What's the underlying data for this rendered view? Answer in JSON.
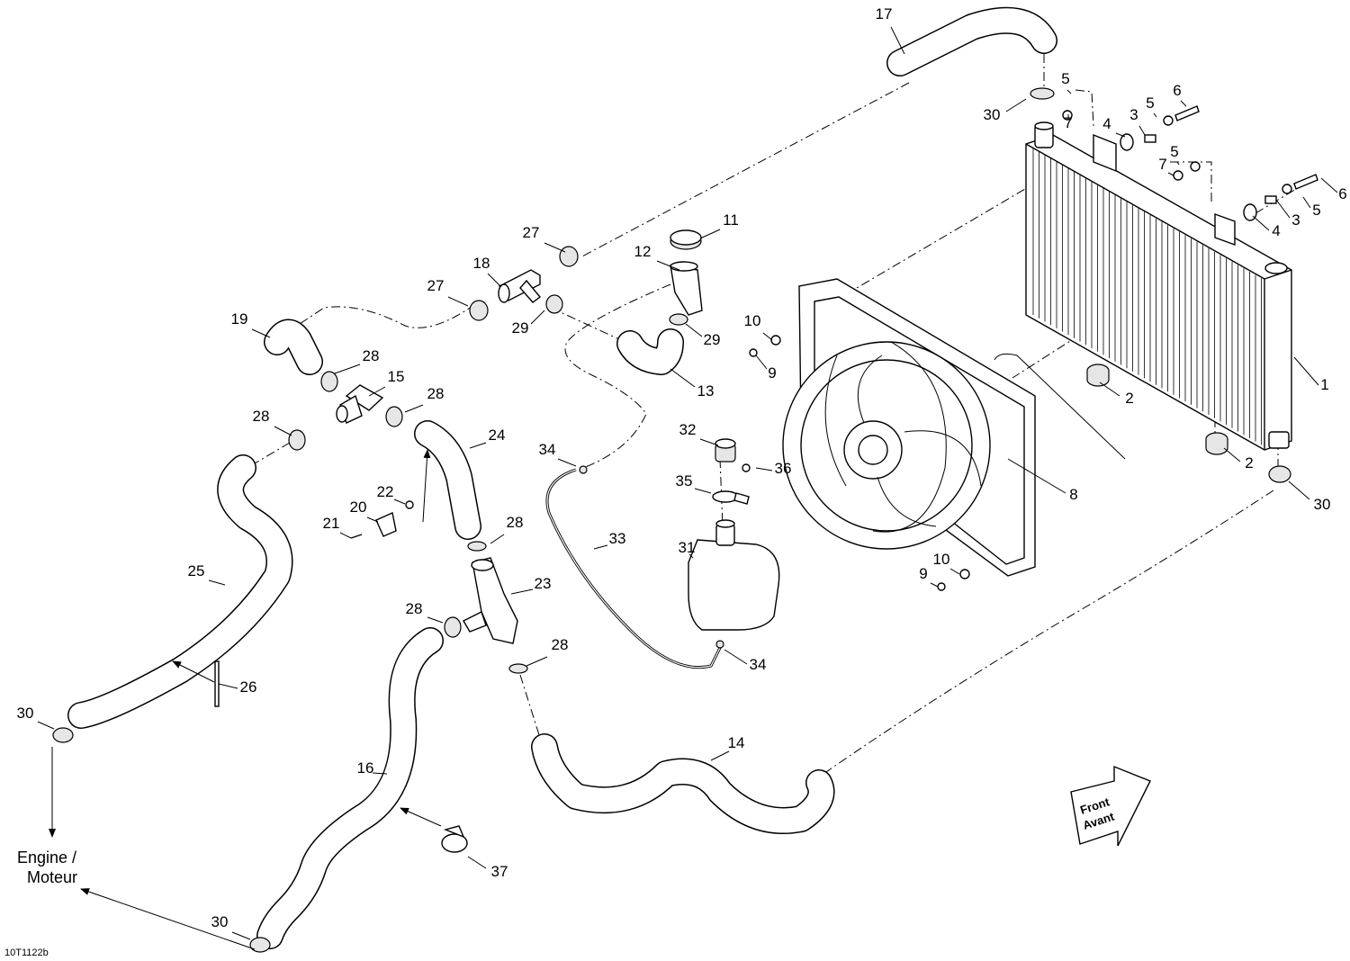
{
  "drawing_code": "10T1122b",
  "callouts": [
    "1",
    "2",
    "3",
    "4",
    "5",
    "6",
    "7",
    "8",
    "9",
    "10",
    "11",
    "12",
    "13",
    "14",
    "15",
    "16",
    "17",
    "18",
    "19",
    "20",
    "21",
    "22",
    "23",
    "24",
    "25",
    "26",
    "27",
    "28",
    "29",
    "30",
    "31",
    "32",
    "33",
    "34",
    "35",
    "36",
    "37"
  ],
  "engine_label": {
    "line1": "Engine /",
    "line2": "Moteur"
  },
  "front_label": {
    "line1": "Front",
    "line2": "Avant"
  }
}
